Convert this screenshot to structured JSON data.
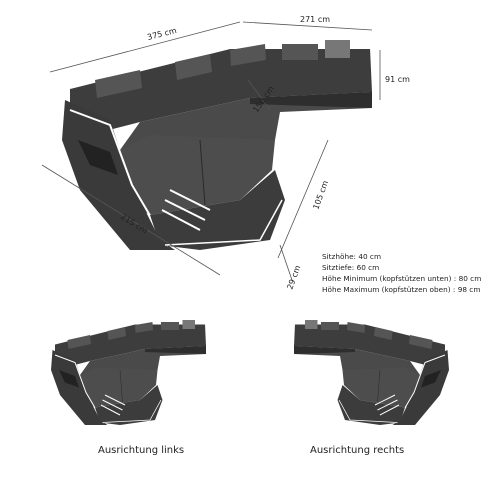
{
  "dimensions": {
    "width_back": "375 cm",
    "width_right": "271 cm",
    "height_right": "91 cm",
    "inner_depth": "150 cm",
    "depth_right": "105 cm",
    "depth_left": "215 cm",
    "footrest": "29 cm"
  },
  "specs": [
    "Sitzhöhe: 40 cm",
    "Sitztiefe: 60 cm",
    "Höhe Minimum (kopfstützen unten) : 80 cm",
    "Höhe Maximum (kopfstützen oben) : 98 cm"
  ],
  "captions": {
    "left": "Ausrichtung links",
    "right": "Ausrichtung rechts"
  },
  "colors": {
    "upholstery": "#4a4a4a",
    "stitch": "#ffffff",
    "line": "#555555"
  }
}
